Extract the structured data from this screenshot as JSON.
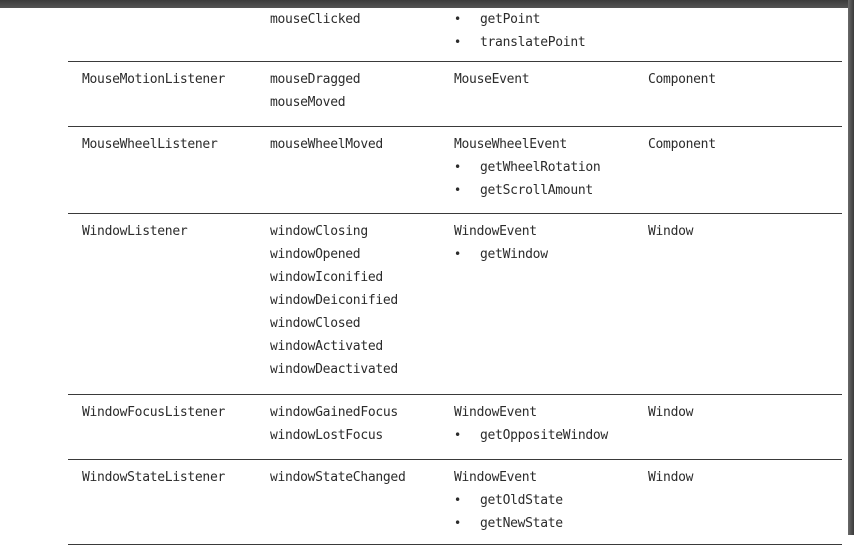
{
  "rows": [
    {
      "listener": "",
      "methods": [
        "mouseClicked"
      ],
      "event_class": "",
      "event_methods": [
        "getPoint",
        "translatePoint"
      ],
      "source": ""
    },
    {
      "listener": "MouseMotionListener",
      "methods": [
        "mouseDragged",
        "mouseMoved"
      ],
      "event_class": "MouseEvent",
      "event_methods": [],
      "source": "Component"
    },
    {
      "listener": "MouseWheelListener",
      "methods": [
        "mouseWheelMoved"
      ],
      "event_class": "MouseWheelEvent",
      "event_methods": [
        "getWheelRotation",
        "getScrollAmount"
      ],
      "source": "Component"
    },
    {
      "listener": "WindowListener",
      "methods": [
        "windowClosing",
        "windowOpened",
        "windowIconified",
        "windowDeiconified",
        "windowClosed",
        "windowActivated",
        "windowDeactivated"
      ],
      "event_class": "WindowEvent",
      "event_methods": [
        "getWindow"
      ],
      "source": "Window"
    },
    {
      "listener": "WindowFocusListener",
      "methods": [
        "windowGainedFocus",
        "windowLostFocus"
      ],
      "event_class": "WindowEvent",
      "event_methods": [
        "getOppositeWindow"
      ],
      "source": "Window"
    },
    {
      "listener": "WindowStateListener",
      "methods": [
        "windowStateChanged"
      ],
      "event_class": "WindowEvent",
      "event_methods": [
        "getOldState",
        "getNewState"
      ],
      "source": "Window"
    }
  ],
  "bullet_glyph": "•"
}
